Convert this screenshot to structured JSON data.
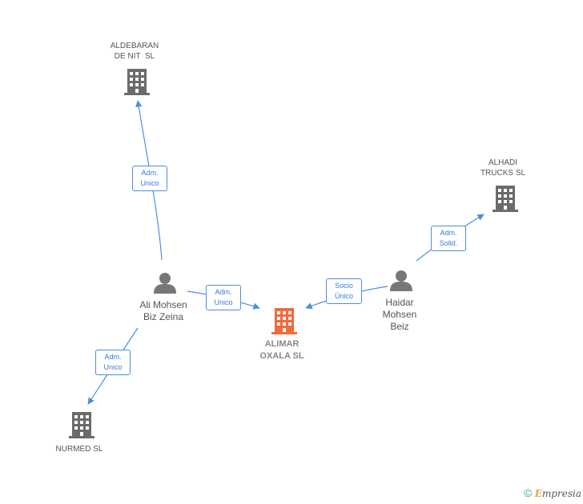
{
  "nodes": {
    "aldebaran": {
      "line1": "ALDEBARAN",
      "line2": "DE NIT  SL"
    },
    "alhadi": {
      "line1": "ALHADI",
      "line2": "TRUCKS SL"
    },
    "alimar": {
      "line1": "ALIMAR",
      "line2": "OXALA SL"
    },
    "nurmed": {
      "line1": "NURMED SL"
    },
    "ali": {
      "line1": "Ali Mohsen",
      "line2": "Biz Zeina"
    },
    "haidar": {
      "line1": "Haidar",
      "line2": "Mohsen",
      "line3": "Beiz"
    }
  },
  "edges": {
    "ali_aldebaran": {
      "line1": "Adm.",
      "line2": "Unico"
    },
    "ali_alimar": {
      "line1": "Adm.",
      "line2": "Unico"
    },
    "ali_nurmed": {
      "line1": "Adm.",
      "line2": "Unico"
    },
    "haidar_alimar": {
      "line1": "Socio",
      "line2": "Único"
    },
    "haidar_alhadi": {
      "line1": "Adm.",
      "line2": "Solid."
    }
  },
  "footer": {
    "symbol": "©",
    "brand_first": "E",
    "brand_rest": "mpresia"
  },
  "colors": {
    "edge": "#4a90d9",
    "company": "#6b6b6b",
    "focus_company": "#f26a3d",
    "person": "#777777"
  }
}
